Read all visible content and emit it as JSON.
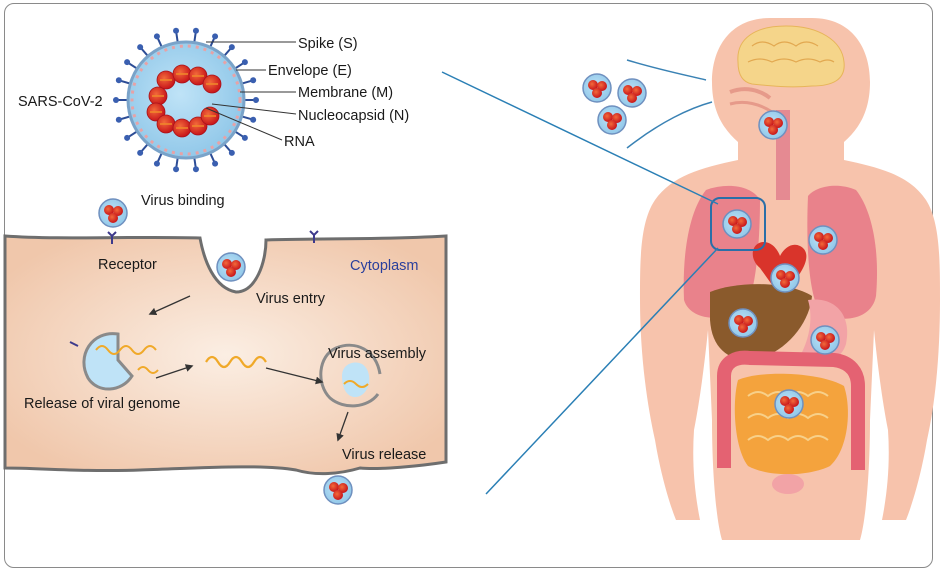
{
  "virion": {
    "name": "SARS-CoV-2",
    "parts": {
      "spike": "Spike (S)",
      "envelope": "Envelope (E)",
      "membrane": "Membrane (M)",
      "nucleocapsid": "Nucleocapsid (N)",
      "rna": "RNA"
    }
  },
  "cell": {
    "virus_binding": "Virus binding",
    "receptor": "Receptor",
    "cytoplasm": "Cytoplasm",
    "virus_entry": "Virus entry",
    "release_genome": "Release of viral genome",
    "virus_assembly": "Virus assembly",
    "virus_release": "Virus release"
  },
  "colors": {
    "virion_body": "#9fd0ee",
    "virion_rim": "#7aa3c9",
    "spike": "#2d4d96",
    "spike_tip": "#3a5fb0",
    "envelope_dots": "#e7a2a6",
    "nucleocapsid": "#d9231c",
    "nucleocapsid_core": "#f08a2a",
    "cell_fill": "#f3d3bd",
    "cell_outline": "#6e6e6e",
    "cytoplasm_text": "#2a3f9c",
    "rna_strand": "#f0a929",
    "body_skin": "#f7c3ac",
    "lung": "#e9828b",
    "liver": "#8a5a2c",
    "intestine": "#e46272",
    "small_intestine": "#f4a33d",
    "brain": "#f5d58a",
    "connector_line": "#2a7fb5"
  }
}
